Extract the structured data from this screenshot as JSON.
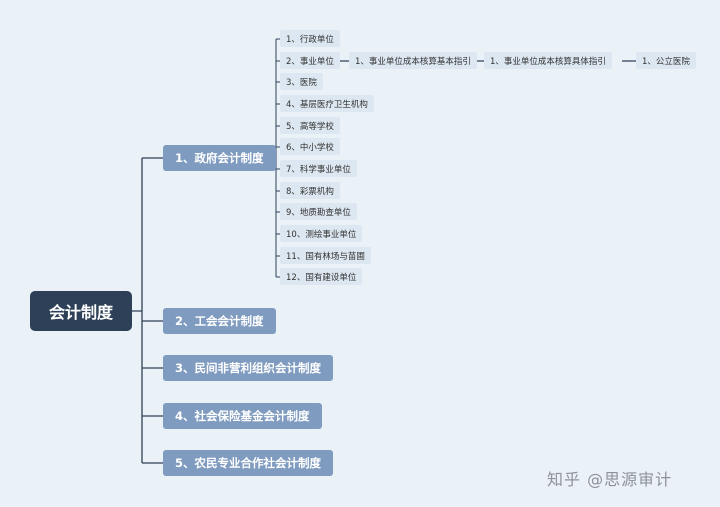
{
  "root": {
    "label": "会计制度"
  },
  "categories": [
    {
      "label": "1、政府会计制度"
    },
    {
      "label": "2、工会会计制度"
    },
    {
      "label": "3、民间非营利组织会计制度"
    },
    {
      "label": "4、社会保险基金会计制度"
    },
    {
      "label": "5、农民专业合作社会计制度"
    }
  ],
  "gov_items": [
    "1、行政单位",
    "2、事业单位",
    "3、医院",
    "4、基层医疗卫生机构",
    "5、高等学校",
    "6、中小学校",
    "7、科学事业单位",
    "8、彩票机构",
    "9、地质勘查单位",
    "10、测绘事业单位",
    "11、国有林场与苗圃",
    "12、国有建设单位"
  ],
  "chain": [
    "1、事业单位成本核算基本指引",
    "1、事业单位成本核算具体指引",
    "1、公立医院"
  ],
  "watermark": "知乎 @思源审计",
  "colors": {
    "root_bg": "#2e4057",
    "category_bg": "#7f9bbf",
    "leaf_bg": "#dde7f1",
    "line": "#2e4057",
    "background": "#eaf2f8"
  }
}
